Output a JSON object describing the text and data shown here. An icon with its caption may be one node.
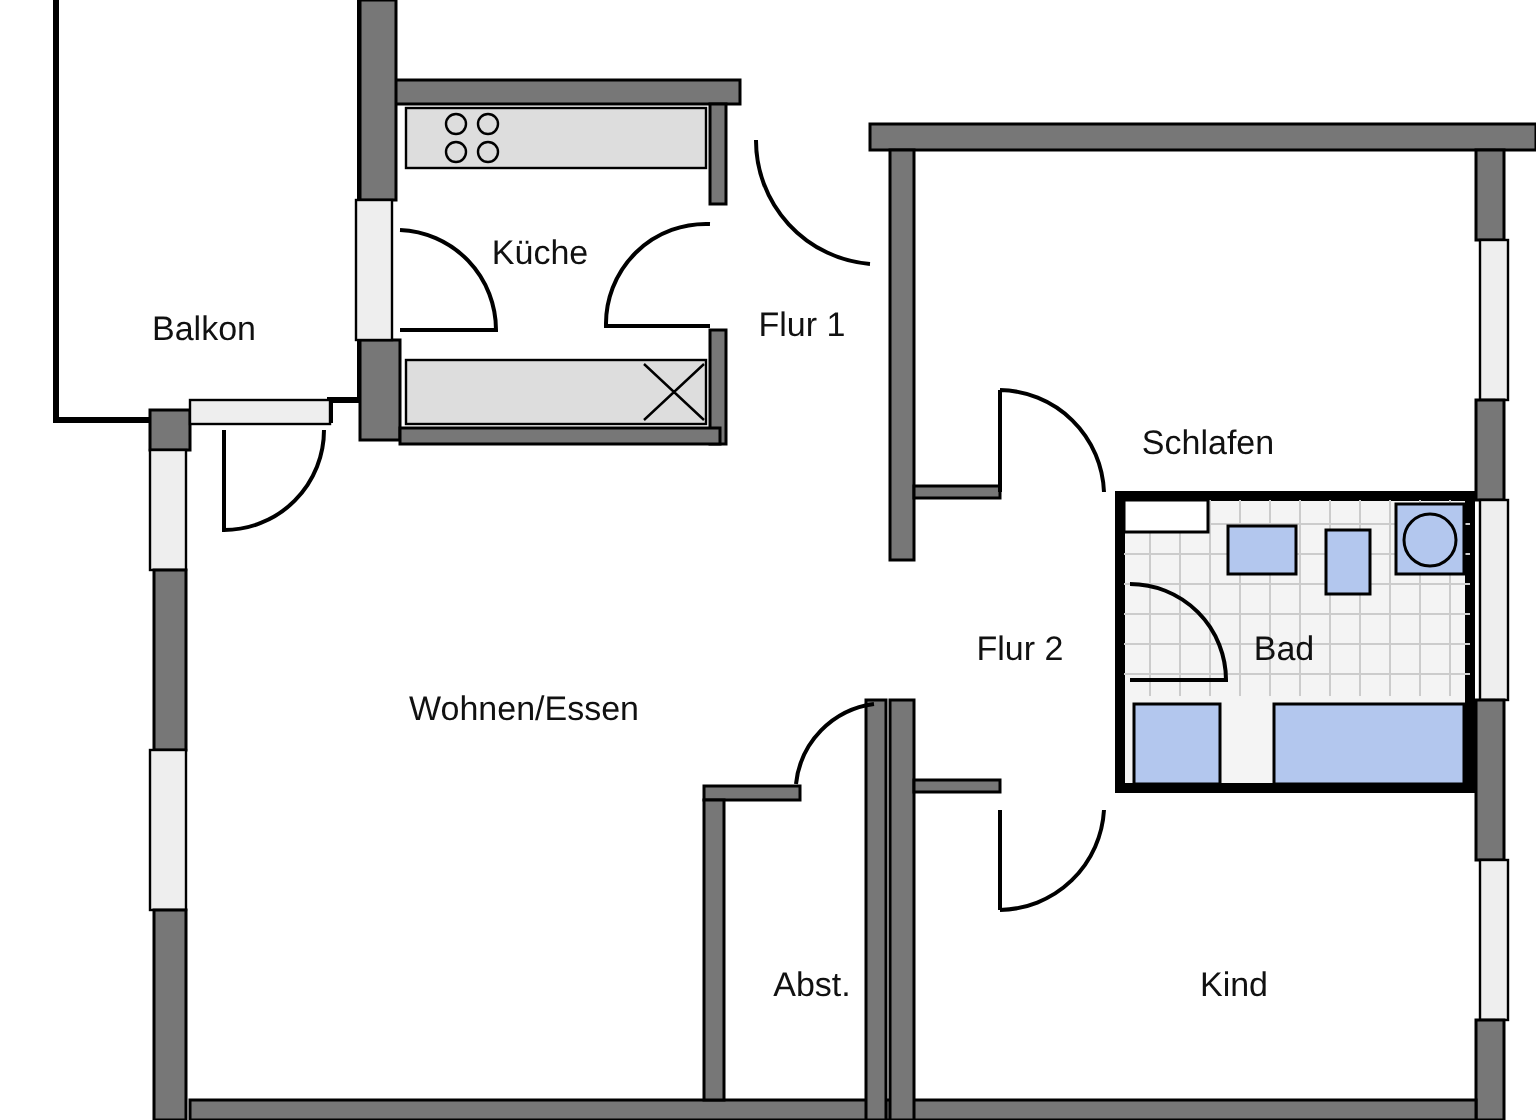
{
  "diagram": {
    "labels": [
      "Balkon",
      "Küche",
      "Flur 1",
      "Schlafen",
      "Flur 2",
      "Bad",
      "Wohnen/Essen",
      "Abst.",
      "Kind"
    ]
  }
}
